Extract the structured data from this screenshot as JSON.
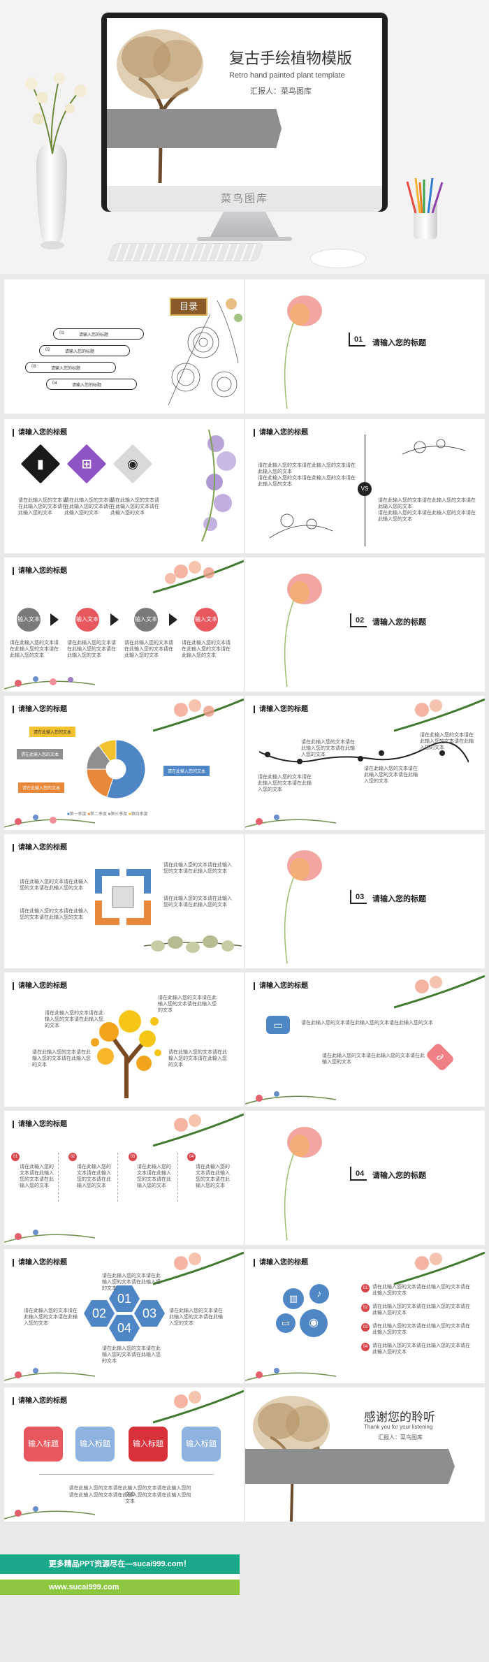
{
  "cover": {
    "title": "复古手绘植物模版",
    "subtitle": "Retro hand painted plant template",
    "reporter": "汇报人：菜鸟图库",
    "monitor_brand": "菜鸟图库"
  },
  "toc": {
    "badge": "目录",
    "items": [
      {
        "num": "01",
        "label": "请输入您的标题"
      },
      {
        "num": "02",
        "label": "请输入您的标题"
      },
      {
        "num": "03",
        "label": "请输入您的标题"
      },
      {
        "num": "04",
        "label": "请输入您的标题"
      }
    ]
  },
  "section_label": "请输入您的标题",
  "sections": [
    {
      "num": "01",
      "title": "请输入您的标题"
    },
    {
      "num": "02",
      "title": "请输入您的标题"
    },
    {
      "num": "03",
      "title": "请输入您的标题"
    },
    {
      "num": "04",
      "title": "请输入您的标题"
    }
  ],
  "body_text": "请在此输入您的文本",
  "body_text_2": "请在此输入您的文本请在此输入您的文本请在此输入您的文本",
  "vs_label": "VS",
  "flow_label": "输入文本",
  "pie": {
    "tag1": "请在此输入您的文本",
    "tag2": "请在此输入您的文本",
    "tag3": "请在此输入您的文本",
    "tag4": "请在此输入您的文本",
    "legend": [
      "第一季度",
      "第二季度",
      "第三季度",
      "第四季度"
    ]
  },
  "hex_nums": [
    "01",
    "02",
    "03",
    "04"
  ],
  "buttons": [
    "输入标题",
    "输入标题",
    "输入标题",
    "输入标题"
  ],
  "badges": [
    "01",
    "02",
    "03",
    "04"
  ],
  "closing": {
    "title": "感谢您的聆听",
    "subtitle": "Thank you for your listening",
    "reporter": "汇报人：菜鸟图库"
  },
  "footer": {
    "line1": "更多精品PPT资源尽在—sucai999.com！",
    "line2": "www.sucai999.com"
  },
  "colors": {
    "accent_red": "#e8575d",
    "accent_blue": "#4f86c6",
    "accent_orange": "#e8883a",
    "gray": "#7d7d7d"
  },
  "chart_data": {
    "type": "pie",
    "categories": [
      "第一季度",
      "第二季度",
      "第三季度",
      "第四季度"
    ],
    "values": [
      55,
      20,
      15,
      10
    ]
  }
}
